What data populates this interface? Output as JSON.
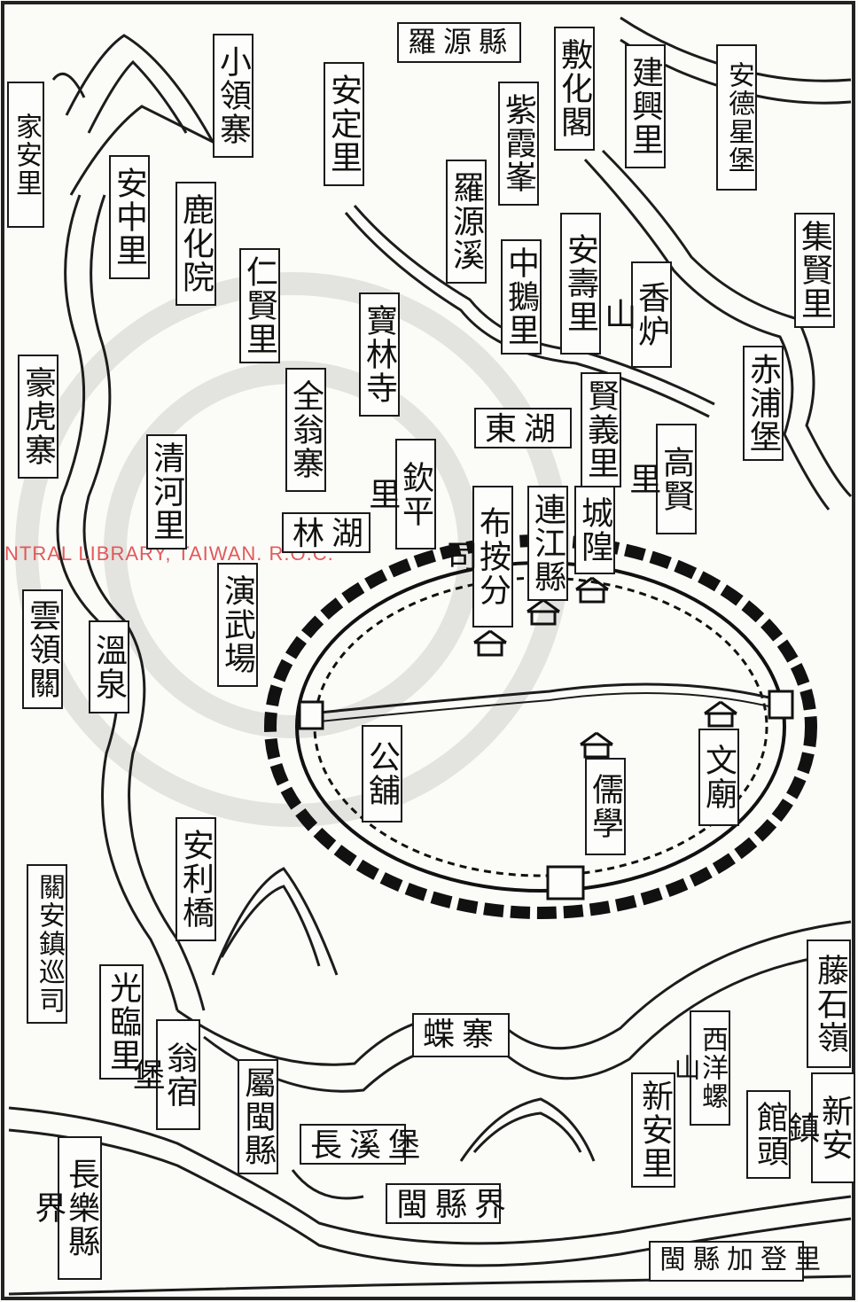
{
  "watermark": "NTRAL LIBRARY, TAIWAN. R.O.C.",
  "labels": {
    "luoyuan": "羅源縣",
    "xiaoling_zhai": "小領寨",
    "anding_li": "安定里",
    "fuhua_ge": "敷化閣",
    "jiangao_li": "建興里",
    "andexing_bao": "安德星堡",
    "zixia_feng": "紫霞峯",
    "luoyuan_xi": "羅源溪",
    "jiaxian_li": "家安里",
    "anzhong_li": "安中里",
    "luhua_yuan": "鹿化院",
    "renxian_li": "仁賢里",
    "baolin_si": "寶林寺",
    "zhongming_li": "中鵝里",
    "anshou_li": "安壽里",
    "xianglu_shan": "香炉山",
    "jixian_li": "集賢里",
    "haohu_zhai": "豪虎寨",
    "quanweng_zhai": "全翁寨",
    "dong_hu": "東湖",
    "xianyi_li": "賢義里",
    "shanpu_bao": "赤浦堡",
    "qingzhong_li": "清河里",
    "qinping_li": "欽平里",
    "lin_hu": "林湖",
    "lianjiang_xian": "連江縣",
    "buzheng_fensi": "布按分司",
    "chenghuang": "城隍",
    "gaoxian_li": "高賢里",
    "yanwu_chang": "演武場",
    "yunling_guan": "雲領關",
    "wen_quan": "溫泉",
    "gong_pu": "公舖",
    "ru_xue": "儒學",
    "wen_miao": "文廟",
    "anli_qiao": "安利橋",
    "guanan_zhen": "關安鎮巡司",
    "guanglin_li": "光臨里",
    "die_zhai": "蝶寨",
    "tengshi_ling": "藤石嶺",
    "wengchun_bao": "翁宿堡",
    "shuguan_xian": "屬閩縣",
    "xiama_shan": "西洋螺山",
    "xinan_li": "新安里",
    "guantou": "館頭",
    "xinan_zhen": "新安鎮",
    "changqi_bao": "長溪堡",
    "changle_xianjie": "長樂縣界",
    "minxian_jie": "閩縣界",
    "minxian_jiadeng_li": "閩縣加登里"
  }
}
